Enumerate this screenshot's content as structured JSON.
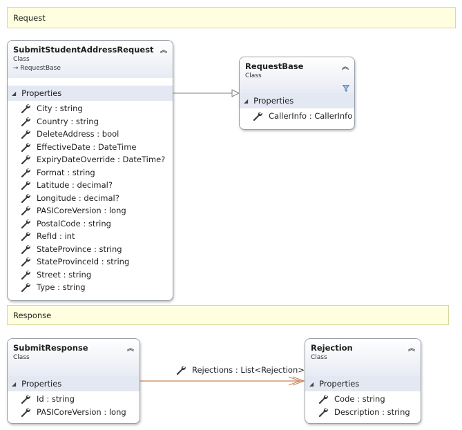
{
  "sections": {
    "request": "Request",
    "response": "Response"
  },
  "classes": {
    "submit_student_address_request": {
      "name": "SubmitStudentAddressRequest",
      "kind": "Class",
      "base": "→ RequestBase",
      "compartment": "Properties",
      "members": [
        "City : string",
        "Country : string",
        "DeleteAddress : bool",
        "EffectiveDate : DateTime",
        "ExpiryDateOverride : DateTime?",
        "Format : string",
        "Latitude : decimal?",
        "Longitude : decimal?",
        "PASICoreVersion : long",
        "PostalCode : string",
        "RefId : int",
        "StateProvince : string",
        "StateProvinceId : string",
        "Street : string",
        "Type : string"
      ]
    },
    "request_base": {
      "name": "RequestBase",
      "kind": "Class",
      "compartment": "Properties",
      "members": [
        "CallerInfo : CallerInfo"
      ]
    },
    "submit_response": {
      "name": "SubmitResponse",
      "kind": "Class",
      "compartment": "Properties",
      "members": [
        "Id : string",
        "PASICoreVersion : long"
      ]
    },
    "rejection": {
      "name": "Rejection",
      "kind": "Class",
      "compartment": "Properties",
      "members": [
        "Code : string",
        "Description : string"
      ]
    }
  },
  "associations": {
    "rejections_label": "Rejections : List<Rejection>"
  },
  "icons": {
    "collapse": "double-chevron-up-icon",
    "expand_compartment": "triangle-down-icon",
    "property": "wrench-icon",
    "filter": "filter-icon"
  },
  "colors": {
    "section_fill": "#ffffe0",
    "header_gradient_end": "#e8ebf4",
    "association_line": "#c8825a",
    "inheritance_line": "#7f7f7f"
  }
}
